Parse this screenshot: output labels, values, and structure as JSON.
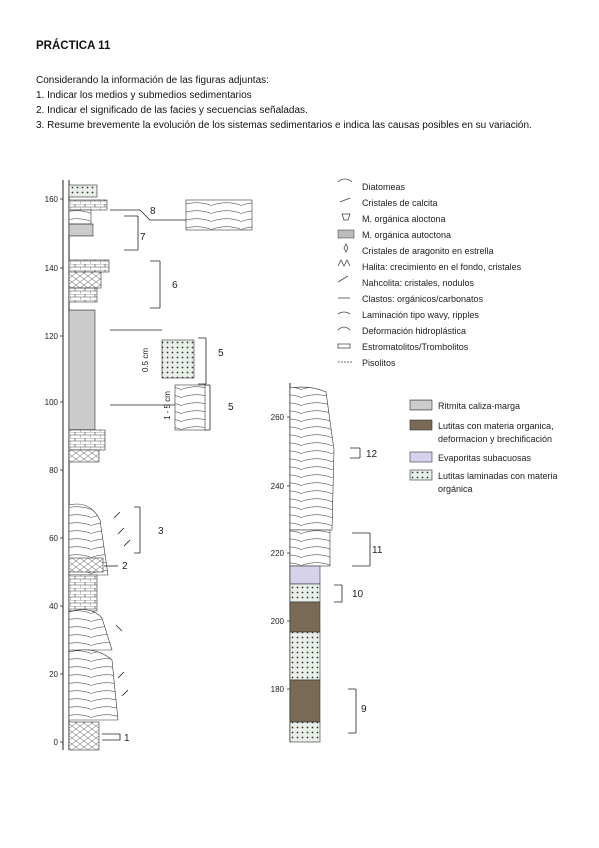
{
  "header": {
    "title": "PRÁCTICA 11",
    "intro": "Considerando la información de las figuras adjuntas:",
    "items": [
      "1. Indicar los medios y submedios sedimentarios",
      "2. Indicar el significado de las facies y secuencias señaladas.",
      "3. Resume brevemente la evolución de los sistemas sedimentarios e indica las causas posibles en su variación."
    ]
  },
  "column_left": {
    "ticks": [
      "160",
      "140",
      "120",
      "100",
      "80",
      "60",
      "40",
      "20",
      "0"
    ],
    "sequences": [
      "1",
      "2",
      "3",
      "5",
      "5",
      "6",
      "7",
      "8"
    ],
    "scale_notes": [
      "0.5 cm",
      "1 - 5 cm"
    ]
  },
  "column_right": {
    "ticks": [
      "260",
      "240",
      "220",
      "200",
      "180"
    ],
    "sequences": [
      "9",
      "10",
      "11",
      "12"
    ]
  },
  "legend_symbols": [
    "Diatomeas",
    "Cristales de calcita",
    "M. orgánica aloctona",
    "M. orgánica autoctona",
    "Cristales de aragonito en estrella",
    "Halita: crecimiento en el fondo, cristales",
    "Nahcolita: cristales, nodulos",
    "Clastos: orgánicos/carbonatos",
    "Laminación tipo wavy, ripples",
    "Deformación hidroplástica",
    "Estromatolitos/Trombolitos",
    "Pisolitos"
  ],
  "legend_facies": [
    "Ritmita caliza-marga",
    "Lutitas con materia organica,",
    "deformacion y brechificación",
    "Evaporitas subacuosas",
    "Lutitas laminadas con materia",
    "orgánica"
  ],
  "colors": {
    "lutitas_mo": "#7a6a55",
    "evaporitas": "#d6d2ec",
    "lutitas_laminadas": "#dbe8da",
    "ritmita": "#bcbcbc"
  }
}
